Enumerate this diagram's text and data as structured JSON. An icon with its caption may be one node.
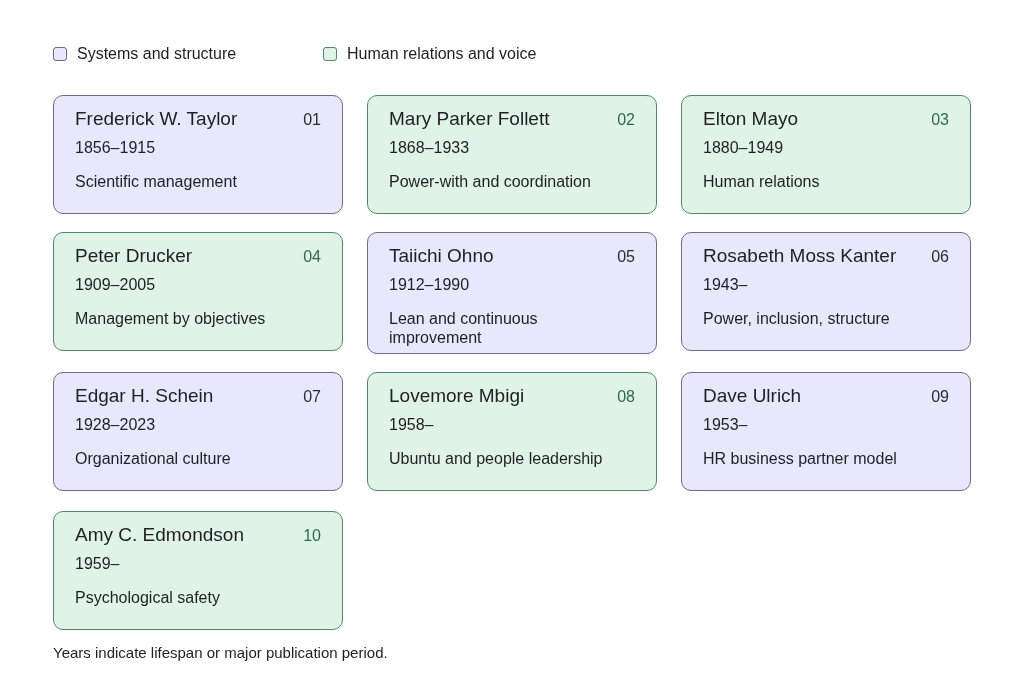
{
  "diagram": {
    "nodes": [
      {
        "text": [
          "Frederick W. Taylor",
          "01",
          "1856–1915",
          "Scientific management"
        ]
      },
      {
        "text": [
          "Mary Parker Follett",
          "02",
          "1868–1933",
          "Power-with and coordination"
        ]
      },
      {
        "text": [
          "Elton Mayo",
          "03",
          "1880–1949",
          "Human relations"
        ]
      },
      {
        "text": [
          "Peter Drucker",
          "04",
          "1909–2005",
          "Management by objectives"
        ]
      },
      {
        "text": [
          "Taiichi Ohno",
          "05",
          "1912–1990",
          "Lean and continuous improvement"
        ]
      },
      {
        "text": [
          "Rosabeth Moss Kanter",
          "06",
          "1943–",
          "Power, inclusion, structure"
        ]
      },
      {
        "text": [
          "Edgar H. Schein",
          "07",
          "1928–2023",
          "Organizational culture"
        ]
      },
      {
        "text": [
          "Lovemore Mbigi",
          "08",
          "1958–",
          "Ubuntu and people leadership"
        ]
      },
      {
        "text": [
          "Dave Ulrich",
          "09",
          "1953–",
          "HR business partner model"
        ]
      },
      {
        "text": [
          "Amy C. Edmondson",
          "10",
          "1959–",
          "Psychological safety"
        ]
      }
    ],
    "edges": [],
    "labels": [
      "Years indicate lifespan or major publication period."
    ],
    "legend": [
      {
        "text": "Systems and structure",
        "color": "#e9e7fb"
      },
      {
        "text": "Human relations and voice",
        "color": "#e0f3e7"
      }
    ]
  }
}
